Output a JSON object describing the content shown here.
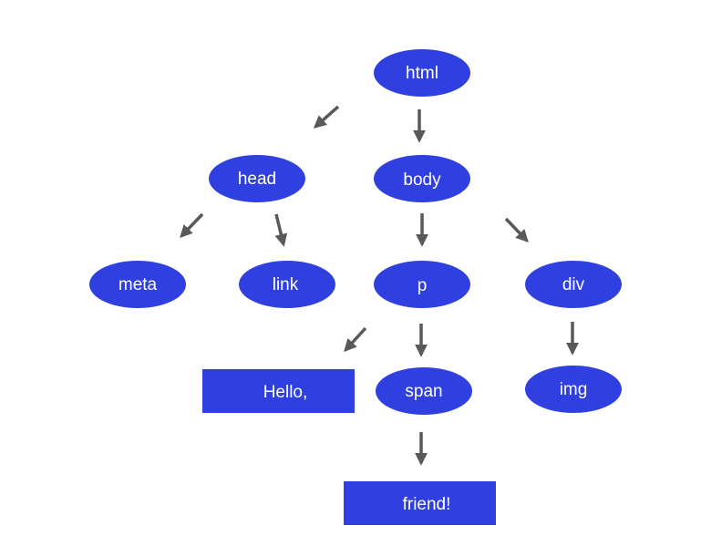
{
  "colors": {
    "node_fill": "#3040e0",
    "node_text": "#ffffff",
    "arrow": "#595959",
    "background": "#ffffff"
  },
  "nodes": {
    "html": {
      "label": "html",
      "shape": "ellipse"
    },
    "head": {
      "label": "head",
      "shape": "ellipse"
    },
    "body": {
      "label": "body",
      "shape": "ellipse"
    },
    "meta": {
      "label": "meta",
      "shape": "ellipse"
    },
    "link": {
      "label": "link",
      "shape": "ellipse"
    },
    "p": {
      "label": "p",
      "shape": "ellipse"
    },
    "div": {
      "label": "div",
      "shape": "ellipse"
    },
    "hello": {
      "label": "Hello,",
      "shape": "rectangle"
    },
    "span": {
      "label": "span",
      "shape": "ellipse"
    },
    "img": {
      "label": "img",
      "shape": "ellipse"
    },
    "friend": {
      "label": "friend!",
      "shape": "rectangle"
    }
  },
  "edges": [
    {
      "from": "html",
      "to": "head"
    },
    {
      "from": "html",
      "to": "body"
    },
    {
      "from": "head",
      "to": "meta"
    },
    {
      "from": "head",
      "to": "link"
    },
    {
      "from": "body",
      "to": "p"
    },
    {
      "from": "body",
      "to": "div"
    },
    {
      "from": "p",
      "to": "hello"
    },
    {
      "from": "p",
      "to": "span"
    },
    {
      "from": "div",
      "to": "img"
    },
    {
      "from": "span",
      "to": "friend"
    }
  ]
}
